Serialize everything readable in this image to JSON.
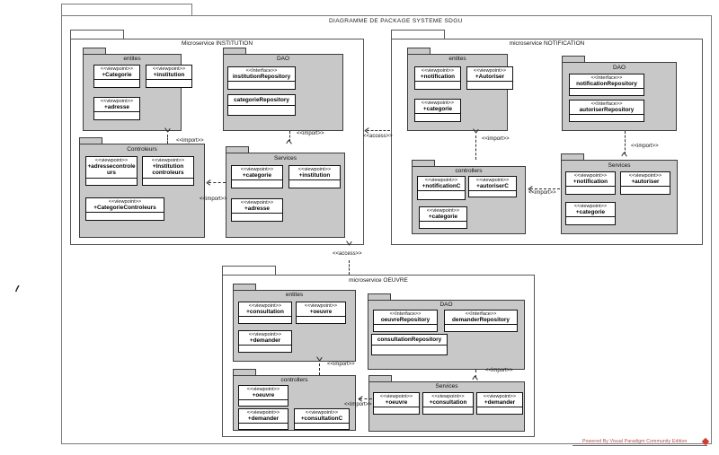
{
  "diagram": {
    "title": "DIAGRAMME DE PACKAGE SYSTEME SDGU",
    "watermark": "Powered By Visual Paradigm Community Edition",
    "stereotypes": {
      "viewpoint": "<<viewpoint>>",
      "interface": "<<Interface>>"
    },
    "relations": {
      "import": "<<import>>",
      "access": "<<access>>"
    }
  },
  "microservices": [
    {
      "id": "institution",
      "name": "Microservice INSTITUTION",
      "packages": [
        {
          "id": "institution-entites",
          "name": "entites",
          "classes": [
            {
              "stereotype": "<<viewpoint>>",
              "name": "+Categorie"
            },
            {
              "stereotype": "<<viewpoint>>",
              "name": "+institution"
            },
            {
              "stereotype": "<<viewpoint>>",
              "name": "+adresse"
            }
          ]
        },
        {
          "id": "institution-dao",
          "name": "DAO",
          "classes": [
            {
              "stereotype": "<<Interface>>",
              "name": "institutionRepository"
            },
            {
              "stereotype": "",
              "name": "categorieRepository"
            }
          ]
        },
        {
          "id": "institution-controleurs",
          "name": "Controleurs",
          "classes": [
            {
              "stereotype": "<<viewpoint>>",
              "name": "+adressecontroleurs"
            },
            {
              "stereotype": "<<viewpoint>>",
              "name": "+Institution controleurs"
            },
            {
              "stereotype": "<<viewpoint>>",
              "name": "+CategorieControleurs"
            }
          ]
        },
        {
          "id": "institution-services",
          "name": "Services",
          "classes": [
            {
              "stereotype": "<<viewpoint>>",
              "name": "+categorie"
            },
            {
              "stereotype": "<<viewpoint>>",
              "name": "+institution"
            },
            {
              "stereotype": "<<viewpoint>>",
              "name": "+adresse"
            }
          ]
        }
      ]
    },
    {
      "id": "notification",
      "name": "microservice NOTIFICATION",
      "packages": [
        {
          "id": "notification-entites",
          "name": "entites",
          "classes": [
            {
              "stereotype": "<<viewpoint>>",
              "name": "+notification"
            },
            {
              "stereotype": "<<viewpoint>>",
              "name": "+Autoriser"
            },
            {
              "stereotype": "<<viewpoint>>",
              "name": "+categorie"
            }
          ]
        },
        {
          "id": "notification-dao",
          "name": "DAO",
          "classes": [
            {
              "stereotype": "<<Interface>>",
              "name": "notificationRepository"
            },
            {
              "stereotype": "<<Interface>>",
              "name": "autoriserRepository"
            }
          ]
        },
        {
          "id": "notification-controllers",
          "name": "controllers",
          "classes": [
            {
              "stereotype": "<<viewpoint>>",
              "name": "+notificationC"
            },
            {
              "stereotype": "<<viewpoint>>",
              "name": "+autoriserC"
            },
            {
              "stereotype": "<<viewpoint>>",
              "name": "+categorie"
            }
          ]
        },
        {
          "id": "notification-services",
          "name": "Services",
          "classes": [
            {
              "stereotype": "<<viewpoint>>",
              "name": "+notification"
            },
            {
              "stereotype": "<<viewpoint>>",
              "name": "+autoriser"
            },
            {
              "stereotype": "<<viewpoint>>",
              "name": "+categorie"
            }
          ]
        }
      ]
    },
    {
      "id": "oeuvre",
      "name": "microservice OEUVRE",
      "packages": [
        {
          "id": "oeuvre-entites",
          "name": "entites",
          "classes": [
            {
              "stereotype": "<<viewpoint>>",
              "name": "+consultation"
            },
            {
              "stereotype": "<<viewpoint>>",
              "name": "+oeuvre"
            },
            {
              "stereotype": "<<viewpoint>>",
              "name": "+demander"
            }
          ]
        },
        {
          "id": "oeuvre-dao",
          "name": "DAO",
          "classes": [
            {
              "stereotype": "<<Interface>>",
              "name": "oeuvreRepository"
            },
            {
              "stereotype": "<<Interface>>",
              "name": "demanderRepository"
            },
            {
              "stereotype": "",
              "name": "consultationRepository"
            }
          ]
        },
        {
          "id": "oeuvre-controllers",
          "name": "controllers",
          "classes": [
            {
              "stereotype": "<<viewpoint>>",
              "name": "+oeuvre"
            },
            {
              "stereotype": "<<viewpoint>>",
              "name": "+demander"
            },
            {
              "stereotype": "<<viewpoint>>",
              "name": "+consultationC"
            }
          ]
        },
        {
          "id": "oeuvre-services",
          "name": "Services",
          "classes": [
            {
              "stereotype": "<<viewpoint>>",
              "name": "+oeuvre"
            },
            {
              "stereotype": "<<viewpoint>>",
              "name": "+consultation"
            },
            {
              "stereotype": "<<viewpoint>>",
              "name": "+demander"
            }
          ]
        }
      ]
    }
  ],
  "connector_labels": {
    "institution_entites_import": "<<import>>",
    "institution_dao_import": "<<import>>",
    "institution_services_import": "<<import>>",
    "institution_notification_access": "<<access>>",
    "notification_entites_import": "<<import>>",
    "notification_dao_import": "<<import>>",
    "notification_services_import": "<<import>>",
    "oeuvre_access": "<<access>>",
    "oeuvre_entites_import": "<<import>>",
    "oeuvre_dao_import": "<<import>>",
    "oeuvre_services_import": "<<import>>"
  }
}
